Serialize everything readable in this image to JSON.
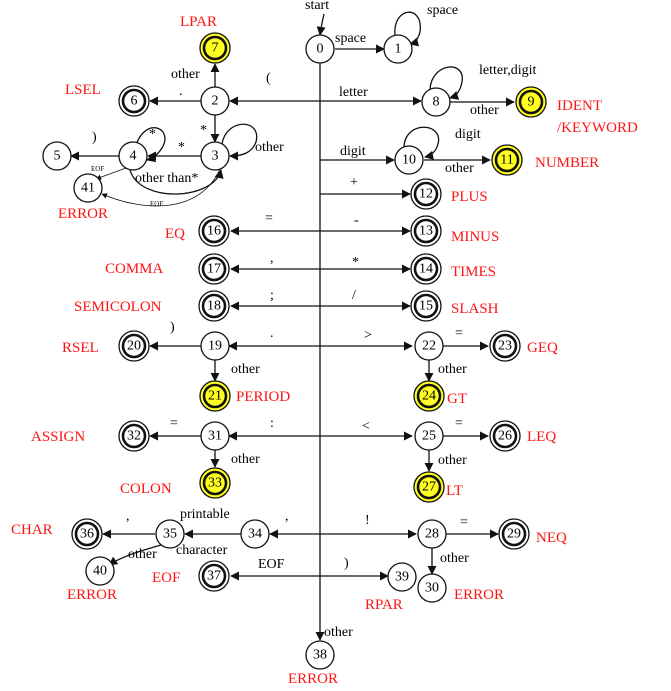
{
  "diagram": {
    "start_label": "start",
    "colors": {
      "highlight": "#ffff22",
      "token_label": "#ff1414",
      "stroke": "#111111"
    },
    "states": {
      "s0": "0",
      "s1": "1",
      "s2": "2",
      "s3": "3",
      "s4": "4",
      "s5": "5",
      "s6": "6",
      "s7": "7",
      "s8": "8",
      "s9": "9",
      "s10": "10",
      "s11": "11",
      "s12": "12",
      "s13": "13",
      "s14": "14",
      "s15": "15",
      "s16": "16",
      "s17": "17",
      "s18": "18",
      "s19": "19",
      "s20": "20",
      "s21": "21",
      "s22": "22",
      "s23": "23",
      "s24": "24",
      "s25": "25",
      "s26": "26",
      "s27": "27",
      "s28": "28",
      "s29": "29",
      "s30": "30",
      "s31": "31",
      "s32": "32",
      "s33": "33",
      "s34": "34",
      "s35": "35",
      "s36": "36",
      "s37": "37",
      "s38": "38",
      "s39": "39",
      "s40": "40",
      "s41": "41"
    },
    "tokens": {
      "lpar": "LPAR",
      "lsel": "LSEL",
      "error_41": "ERROR",
      "ident": "IDENT",
      "keyword": "/KEYWORD",
      "number": "NUMBER",
      "plus": "PLUS",
      "eq": "EQ",
      "minus": "MINUS",
      "comma": "COMMA",
      "times": "TIMES",
      "semicolon": "SEMICOLON",
      "slash": "SLASH",
      "rsel": "RSEL",
      "geq": "GEQ",
      "period": "PERIOD",
      "gt": "GT",
      "assign": "ASSIGN",
      "leq": "LEQ",
      "colon": "COLON",
      "lt": "LT",
      "char": "CHAR",
      "neq": "NEQ",
      "eof": "EOF",
      "error_40": "ERROR",
      "rpar": "RPAR",
      "error_30": "ERROR",
      "error_38": "ERROR"
    },
    "edge_labels": {
      "space_0_1": "space",
      "space_loop_1": "space",
      "lparen": "(",
      "other_2_7": "other",
      "dot_2_6": ".",
      "star_2_3": "*",
      "other_loop_3": "other",
      "star_3_4": "*",
      "star_loop_4": "*",
      "rparen_4_5": ")",
      "eof_4_41": "EOF",
      "other_than_star": "other than*",
      "eof_3_41": "EOF",
      "letter": "letter",
      "letter_digit_loop": "letter,digit",
      "other_8_9": "other",
      "digit": "digit",
      "digit_loop": "digit",
      "other_10_11": "other",
      "plus": "+",
      "eq": "=",
      "minus": "-",
      "comma": ",",
      "times": "*",
      "semicolon": ";",
      "slash": "/",
      "rparen_19_20": ")",
      "dot": ".",
      "gt": ">",
      "eq_22_23": "=",
      "other_19_21": "other",
      "other_22_24": "other",
      "eq_31_32": "=",
      "colon": ":",
      "lt": "<",
      "eq_25_26": "=",
      "other_31_33": "other",
      "other_25_27": "other",
      "quote_35_36": ",",
      "printable": "printable",
      "character": "character",
      "quote_0_34": ",",
      "bang": "!",
      "eq_28_29": "=",
      "other_35_40": "other",
      "eof_0_37": "EOF",
      "rparen_0_39": ")",
      "other_28_30": "other",
      "other_0_38": "other"
    }
  }
}
